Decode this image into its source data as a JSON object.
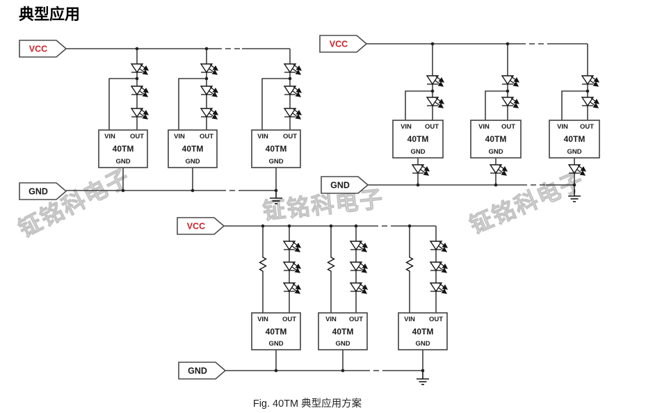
{
  "page": {
    "title": "典型应用",
    "caption": "Fig. 40TM 典型应用方案"
  },
  "net_labels": {
    "vcc": "VCC",
    "gnd": "GND"
  },
  "chip": {
    "name": "40TM",
    "pin_vin": "VIN",
    "pin_out": "OUT",
    "pin_gnd": "GND"
  },
  "watermark": {
    "text": "钲铭科电子",
    "color": "#c3c3c3"
  },
  "colors": {
    "vcc_label": "#cd2229",
    "wire": "#3d3d3d",
    "chip_border": "#4a4a4a"
  },
  "figure": {
    "type": "circuit-schematic",
    "chip_count": 9,
    "circuits": [
      {
        "position": "top-left",
        "strings": 3,
        "leds_above_chip_per_string": 3,
        "led_between_gnd_and_rail": false,
        "resistor_on_vin": false,
        "vin_tap": "after first LED",
        "rail_dashed_between_string_2_and_3": true
      },
      {
        "position": "top-right",
        "strings": 3,
        "leds_above_chip_per_string": 2,
        "led_between_gnd_and_rail": true,
        "resistor_on_vin": false,
        "vin_tap": "after first LED",
        "rail_dashed_between_string_2_and_3": true
      },
      {
        "position": "bottom-center",
        "strings": 3,
        "leds_above_chip_per_string": 3,
        "led_between_gnd_and_rail": false,
        "resistor_on_vin": true,
        "vin_tap": "resistor from VCC",
        "rail_dashed_between_string_2_and_3": true
      }
    ]
  }
}
